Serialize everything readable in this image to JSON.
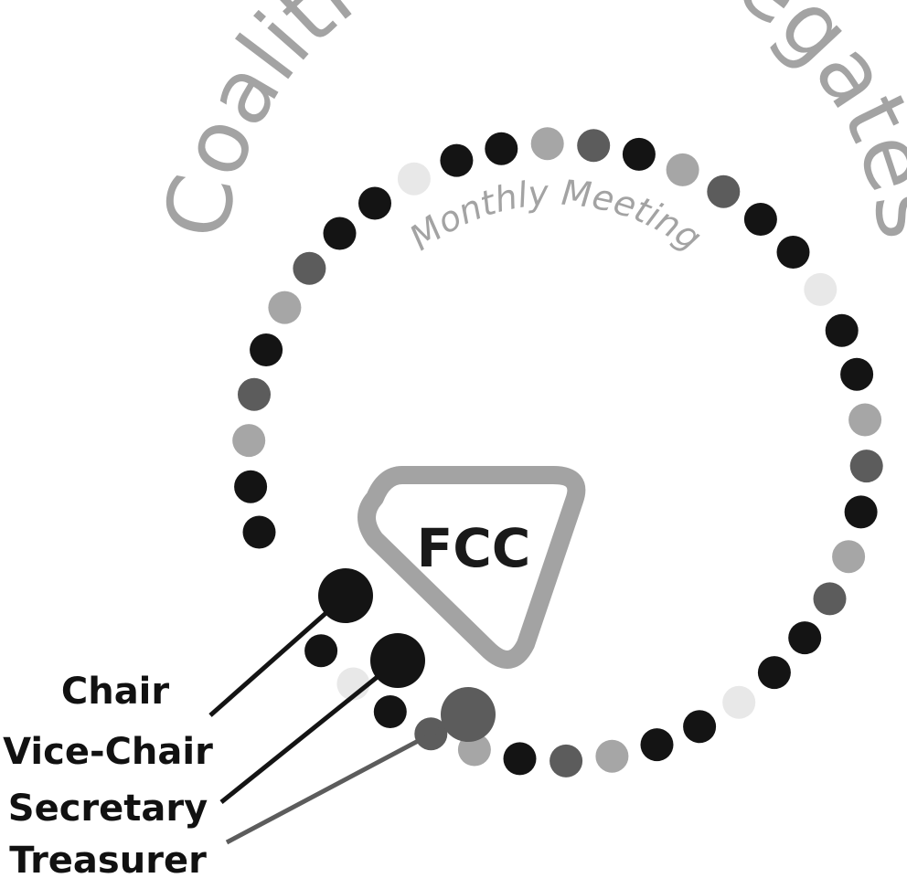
{
  "title": "Coalition of Delegates",
  "subtitle": "Monthly Meeting",
  "badge": "FCC",
  "roles": [
    {
      "label": "Chair",
      "color": "#141414"
    },
    {
      "label": "Vice-Chair",
      "color": "#141414"
    },
    {
      "label": "Secretary",
      "color": "#5c5c5c"
    },
    {
      "label": "Treasurer",
      "color": ""
    }
  ],
  "colors": {
    "dark": "#141414",
    "mid": "#5c5c5c",
    "light": "#a6a6a6",
    "faint": "#e8e8e8",
    "outline": "#a3a3a3"
  },
  "ring_dot_colors": [
    "dark",
    "dark",
    "light",
    "mid",
    "dark",
    "light",
    "mid",
    "dark",
    "dark",
    "faint",
    "dark",
    "dark",
    "light",
    "mid",
    "dark",
    "light",
    "mid",
    "dark",
    "dark",
    "faint",
    "dark",
    "dark",
    "light",
    "mid",
    "dark",
    "light",
    "mid",
    "dark",
    "dark",
    "faint",
    "dark",
    "dark",
    "light",
    "mid",
    "dark",
    "light",
    "mid",
    "dark",
    "faint",
    "dark"
  ]
}
